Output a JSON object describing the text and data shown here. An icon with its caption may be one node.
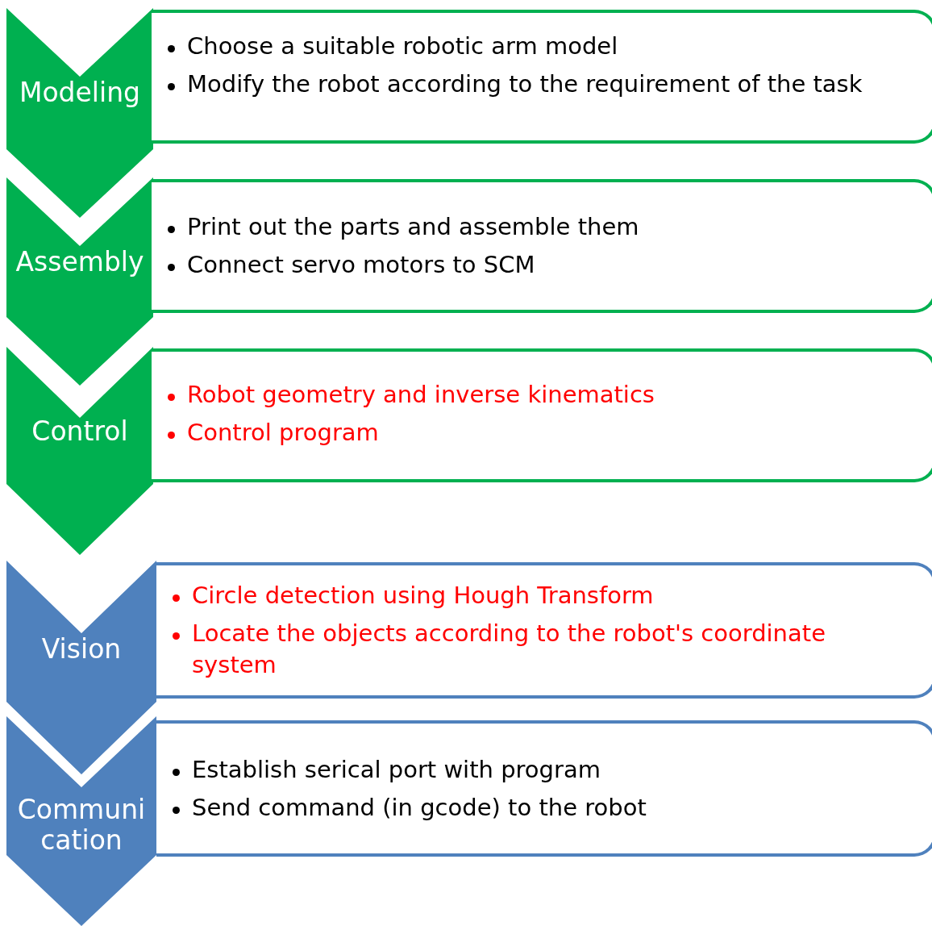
{
  "diagram": {
    "nodes": [
      {
        "text": [
          "Modeling"
        ]
      },
      {
        "text": [
          "Choose a suitable robotic arm model",
          "Modify the robot according to the requirement of the task"
        ]
      },
      {
        "text": [
          "Assembly"
        ]
      },
      {
        "text": [
          "Print out the parts and assemble them",
          "Connect servo motors to SCM"
        ]
      },
      {
        "text": [
          "Control"
        ]
      },
      {
        "text": [
          "Robot geometry and inverse kinematics",
          "Control program"
        ]
      },
      {
        "text": [
          "Vision"
        ]
      },
      {
        "text": [
          "Circle detection using Hough Transform",
          "Locate the objects according to the robot's coordinate system"
        ]
      },
      {
        "text": [
          "Communi cation"
        ]
      },
      {
        "text": [
          "Establish serical port with program",
          "Send command (in gcode) to the robot"
        ]
      }
    ]
  }
}
